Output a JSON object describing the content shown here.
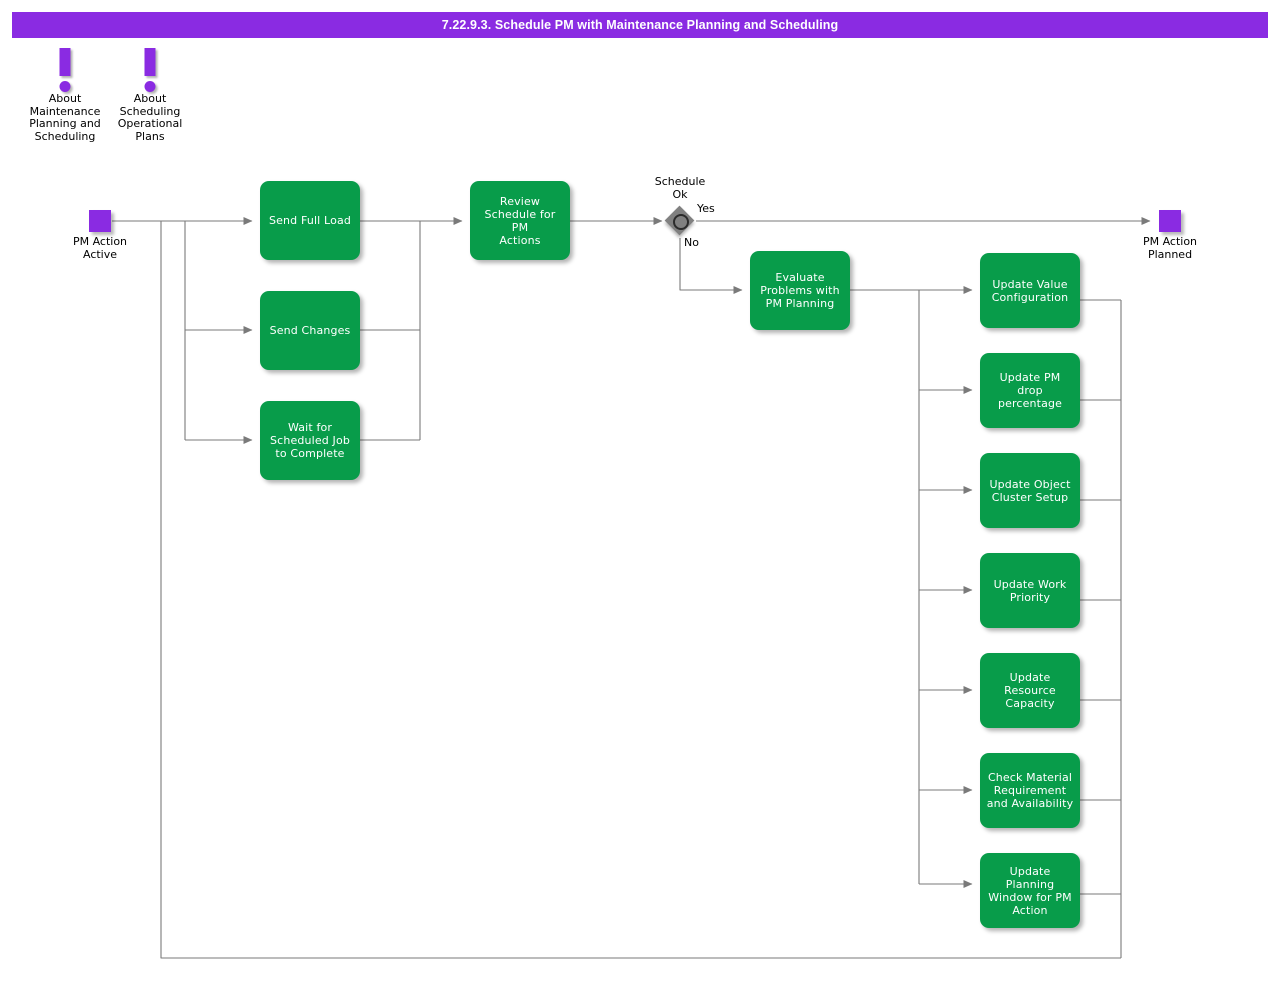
{
  "title": "7.22.9.3. Schedule PM with Maintenance Planning and Scheduling",
  "colors": {
    "title_bar": "#8A2BE2",
    "activity": "#089C4A",
    "terminal": "#8A2BE2",
    "decision": "#808080",
    "edge": "#7a7a7a",
    "text_on_activity": "#FFFFFF",
    "text": "#000000"
  },
  "notes": [
    {
      "icon": "exclamation-icon",
      "label": "About\nMaintenance\nPlanning and\nScheduling"
    },
    {
      "icon": "exclamation-icon",
      "label": "About\nScheduling\nOperational\nPlans"
    }
  ],
  "terminals": {
    "start": {
      "label": "PM Action\nActive"
    },
    "end": {
      "label": "PM Action\nPlanned"
    }
  },
  "decision": {
    "label": "Schedule\nOk",
    "branch_yes": "Yes",
    "branch_no": "No"
  },
  "activities": {
    "send_full_load": "Send Full Load",
    "send_changes": "Send Changes",
    "wait_for_scheduled_job": "Wait for\nScheduled Job\nto Complete",
    "review_schedule": "Review\nSchedule for PM\nActions",
    "evaluate_problems": "Evaluate\nProblems with\nPM Planning",
    "update_value_configuration": "Update Value\nConfiguration",
    "update_pm_drop_percentage": "Update PM drop\npercentage",
    "update_object_cluster_setup": "Update Object\nCluster Setup",
    "update_work_priority": "Update Work\nPriority",
    "update_resource_capacity": "Update\nResource\nCapacity",
    "check_material_requirement": "Check Material\nRequirement\nand Availability",
    "update_planning_window": "Update Planning\nWindow for PM\nAction"
  }
}
